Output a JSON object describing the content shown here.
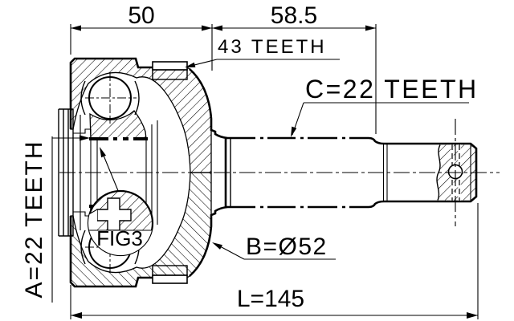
{
  "drawing": {
    "type": "technical-section-drawing",
    "subject": "CV joint outer assembly",
    "colors": {
      "line": "#000000",
      "background": "#ffffff"
    },
    "dims": {
      "width_front": "50",
      "width_rear": "58.5",
      "overall_length": "L=145"
    },
    "labels": {
      "abs_teeth": "43 TEETH",
      "shaft_spline": "C=22 TEETH",
      "inner_spline": "A=22 TEETH",
      "outer_diameter": "B=Ø52",
      "figure_ref": "FIG3"
    }
  }
}
